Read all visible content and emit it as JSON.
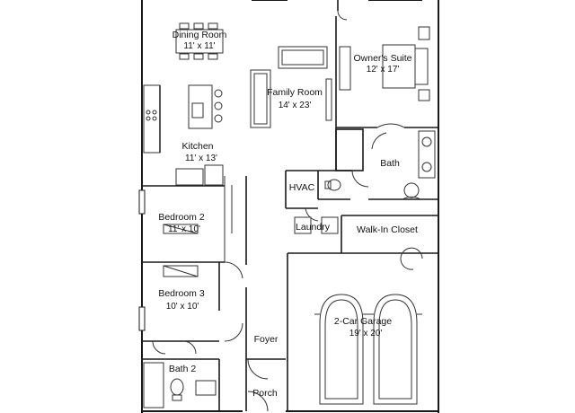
{
  "rooms": {
    "dining": {
      "name": "Dining Room",
      "dims": "11' x 11'"
    },
    "family": {
      "name": "Family Room",
      "dims": "14' x 23'"
    },
    "owners": {
      "name": "Owner's Suite",
      "dims": "12' x 17'"
    },
    "kitchen": {
      "name": "Kitchen",
      "dims": "11' x 13'"
    },
    "bath": {
      "name": "Bath"
    },
    "hvac": {
      "name": "HVAC"
    },
    "bedroom2": {
      "name": "Bedroom 2",
      "dims": "11' x 10'"
    },
    "laundry": {
      "name": "Laundry"
    },
    "closet": {
      "name": "Walk-In Closet"
    },
    "bedroom3": {
      "name": "Bedroom 3",
      "dims": "10' x 10'"
    },
    "garage": {
      "name": "2-Car Garage",
      "dims": "19' x 20'"
    },
    "foyer": {
      "name": "Foyer"
    },
    "bath2": {
      "name": "Bath 2"
    },
    "porch": {
      "name": "Porch"
    }
  },
  "colors": {
    "wall": "#1a1a1a",
    "line": "#333333",
    "background": "#ffffff"
  }
}
